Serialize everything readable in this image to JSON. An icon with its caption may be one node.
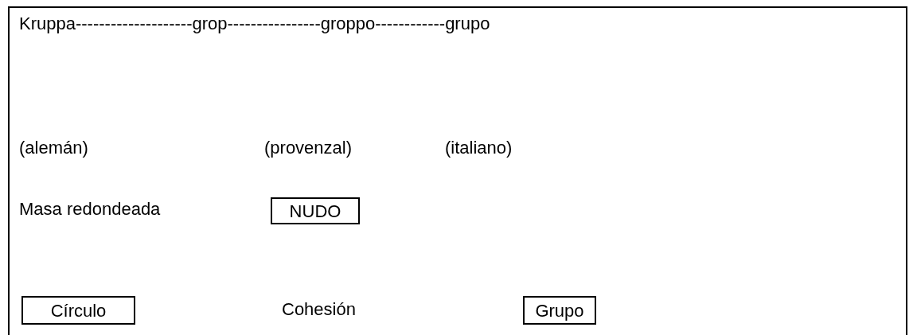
{
  "diagram": {
    "nodes": [
      {
        "text": [],
        "shape": "box"
      },
      {
        "text": [
          "NUDO"
        ],
        "in": 0
      },
      {
        "text": [
          "Círculo"
        ],
        "in": 0
      },
      {
        "text": [
          "Grupo"
        ],
        "in": 0
      }
    ],
    "labels": [
      "Kruppa--------------------grop----------------groppo------------grupo",
      "(alemán)",
      "(provenzal)",
      "(italiano)",
      "Masa redondeada",
      "Cohesión"
    ]
  }
}
